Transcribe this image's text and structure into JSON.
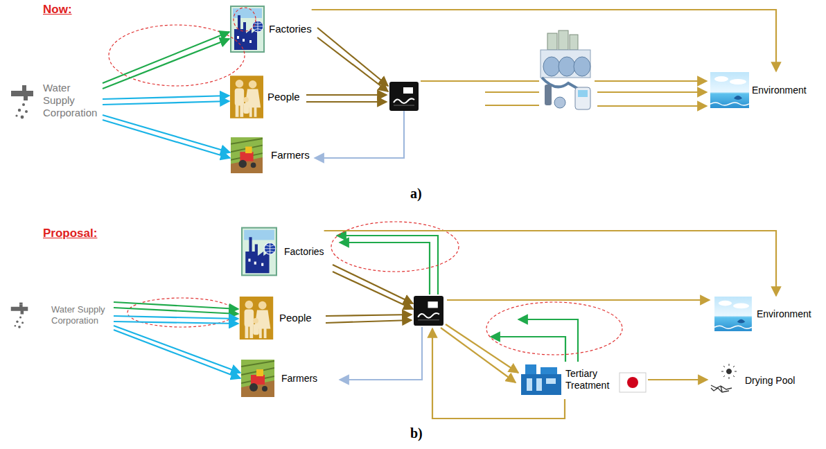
{
  "diagram": {
    "nodes": [
      {
        "text": [
          "Water Supply Corporation"
        ]
      },
      {
        "text": [
          "Factories"
        ]
      },
      {
        "text": [
          "People"
        ]
      },
      {
        "text": [
          "Farmers"
        ]
      },
      {
        "text": [
          "Environment"
        ]
      },
      {
        "text": [
          "Water Supply Corporation"
        ]
      },
      {
        "text": [
          "Factories"
        ]
      },
      {
        "text": [
          "People"
        ]
      },
      {
        "text": [
          "Environment"
        ]
      },
      {
        "text": [
          "Farmers"
        ]
      },
      {
        "text": [
          "Tertiary Treatment"
        ]
      },
      {
        "text": [
          "Drying Pool"
        ]
      }
    ],
    "edges": [
      {
        "from": 0,
        "to": 1,
        "arrow": "to"
      },
      {
        "from": 0,
        "to": 1,
        "arrow": "to"
      },
      {
        "from": 0,
        "to": 2,
        "arrow": "to"
      },
      {
        "from": 0,
        "to": 2,
        "arrow": "to"
      },
      {
        "from": 0,
        "to": 3,
        "arrow": "to"
      },
      {
        "from": 0,
        "to": 3,
        "arrow": "to"
      },
      {
        "from": 1,
        "to": 4,
        "arrow": "to"
      },
      {
        "from": 5,
        "to": 7,
        "arrow": "to"
      },
      {
        "from": 5,
        "to": 7,
        "arrow": "to"
      },
      {
        "from": 5,
        "to": 7,
        "arrow": "to"
      },
      {
        "from": 5,
        "to": 7,
        "arrow": "to"
      },
      {
        "from": 5,
        "to": 9,
        "arrow": "to"
      },
      {
        "from": 5,
        "to": 9,
        "arrow": "to"
      },
      {
        "from": 6,
        "to": 8,
        "arrow": "to"
      },
      {
        "from": 10,
        "to": 11,
        "arrow": "to"
      }
    ],
    "labels": [
      "Now:",
      "a)",
      "Proposal:",
      "b)"
    ]
  }
}
